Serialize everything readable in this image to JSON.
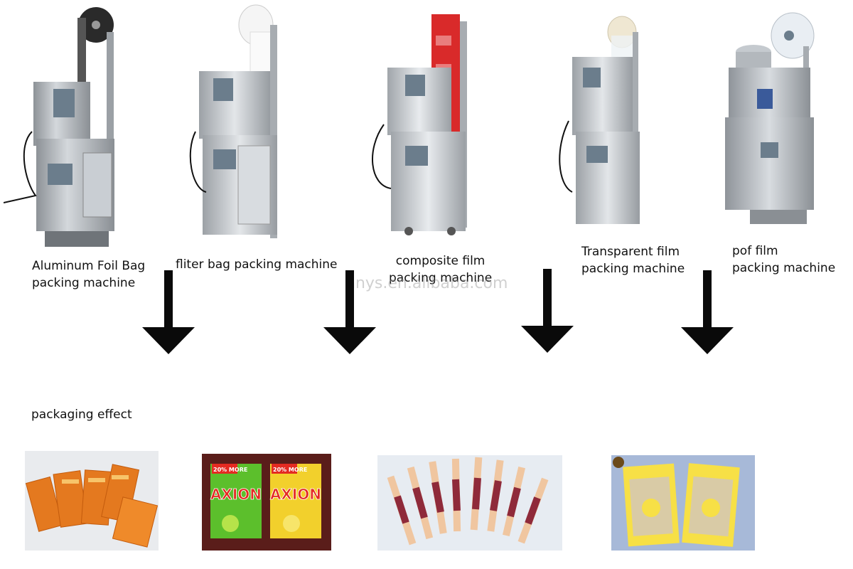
{
  "machines": [
    {
      "label": "Aluminum Foil Bag\npacking machine",
      "film_color": "#2a2a2a"
    },
    {
      "label": "fliter bag packing machine",
      "film_color": "#f4f4f4"
    },
    {
      "label": "composite film\npacking machine",
      "film_color": "#d92a2a"
    },
    {
      "label": "Transparent film\npacking machine",
      "film_color": "#efe7d2"
    },
    {
      "label": "pof film\npacking machine",
      "film_color": "#e9eef3"
    }
  ],
  "watermark": "hnys.en.alibaba.com",
  "section_label": "packaging effect",
  "products": [
    {
      "name": "orange-sachets"
    },
    {
      "name": "axion-pouches",
      "brand": "AXION",
      "badge": "20% MORE"
    },
    {
      "name": "stick-packs"
    },
    {
      "name": "seed-bags"
    }
  ],
  "colors": {
    "steel": "#b9bec3",
    "steel_dark": "#7d8287",
    "panel": "#6b7d8c",
    "arrow": "#0a0a0a"
  }
}
